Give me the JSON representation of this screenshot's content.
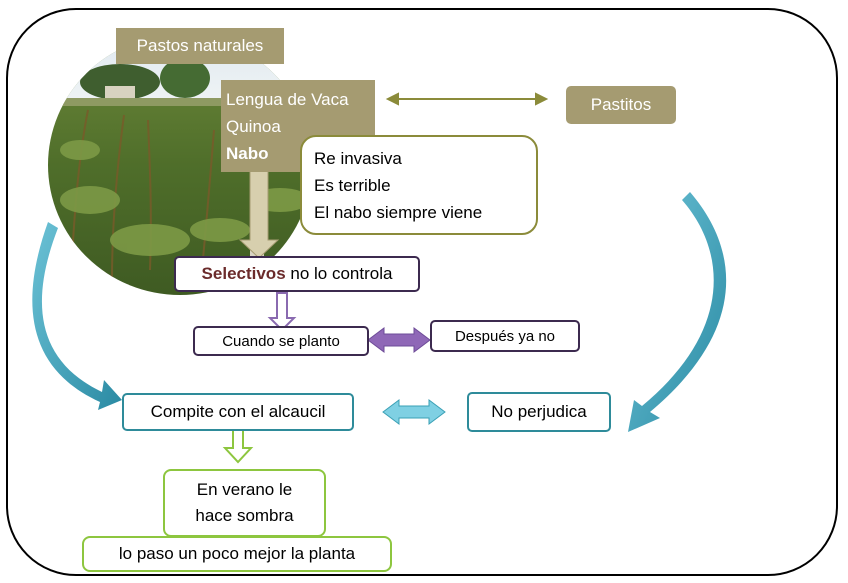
{
  "colors": {
    "tan": "#a59b71",
    "olive_border": "#8b8b3a",
    "purple_border": "#3c2a4f",
    "teal_border": "#2e8b9a",
    "green_border": "#8dc63f",
    "teal_arrow": "#3aa0b5",
    "selectivos_text": "#6b2b2b"
  },
  "photo": {
    "label": "Pastos naturales"
  },
  "weeds": {
    "line1": "Lengua de Vaca",
    "line2": "Quinoa",
    "line3": "Nabo"
  },
  "pastitos": {
    "label": "Pastitos"
  },
  "nabo_note": {
    "line1": "Re invasiva",
    "line2": "Es terrible",
    "line3": "El nabo siempre viene"
  },
  "selectivos": {
    "bold": "Selectivos",
    "rest": " no lo controla"
  },
  "cuando": {
    "label": "Cuando se planto"
  },
  "despues": {
    "label": "Después ya no"
  },
  "compite": {
    "label": "Compite con el alcaucil"
  },
  "no_perjudica": {
    "label": "No perjudica"
  },
  "verano": {
    "line1": "En verano le",
    "line2": "hace sombra"
  },
  "mejor": {
    "label": "lo paso un poco mejor la planta"
  }
}
